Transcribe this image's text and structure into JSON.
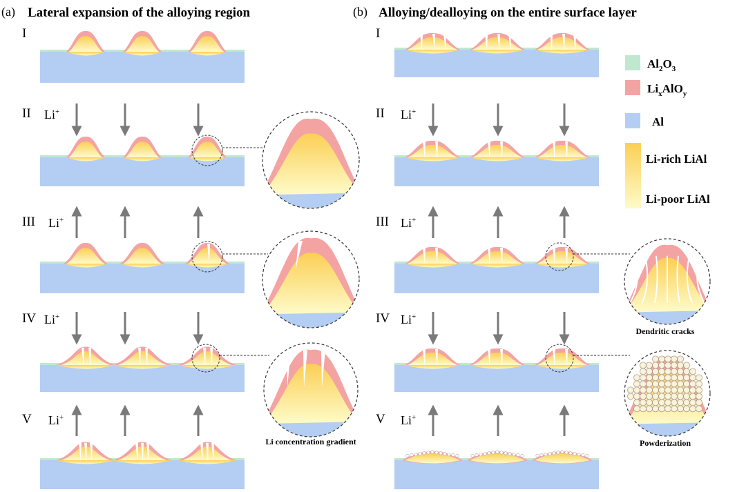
{
  "panel_a": {
    "letter": "(a)",
    "title": "Lateral expansion of the alloying region",
    "stages": [
      "I",
      "II",
      "III",
      "IV",
      "V"
    ],
    "ion": "Li",
    "ion_charge": "+",
    "zoom_caption": "Li concentration gradient"
  },
  "panel_b": {
    "letter": "(b)",
    "title": "Alloying/dealloying on the entire surface layer",
    "stages": [
      "I",
      "II",
      "III",
      "IV",
      "V"
    ],
    "ion": "Li",
    "ion_charge": "+",
    "zoom_captions": [
      "Dendritic cracks",
      "Powderization"
    ]
  },
  "legend": {
    "items": [
      {
        "base": "Al",
        "sub1": "2",
        "mid": "O",
        "sub2": "3",
        "color": "#bfe8cf"
      },
      {
        "base": "Li",
        "sub1": "x",
        "mid": "AlO",
        "sub2": "y",
        "color": "#f4a3a3"
      },
      {
        "label": "Al",
        "color": "#b4cdf2"
      }
    ],
    "gradient_top": "Li-rich LiAl",
    "gradient_bottom": "Li-poor LiAl",
    "gradient_colors": [
      "#fbcf55",
      "#fefbc9"
    ]
  },
  "colors": {
    "oxide": "#bfe8cf",
    "lixalo": "#f4a3a3",
    "al": "#b4cdf2",
    "li_rich": "#fbcf55",
    "li_poor": "#fefbc9",
    "arrow": "#7a7a7a"
  }
}
